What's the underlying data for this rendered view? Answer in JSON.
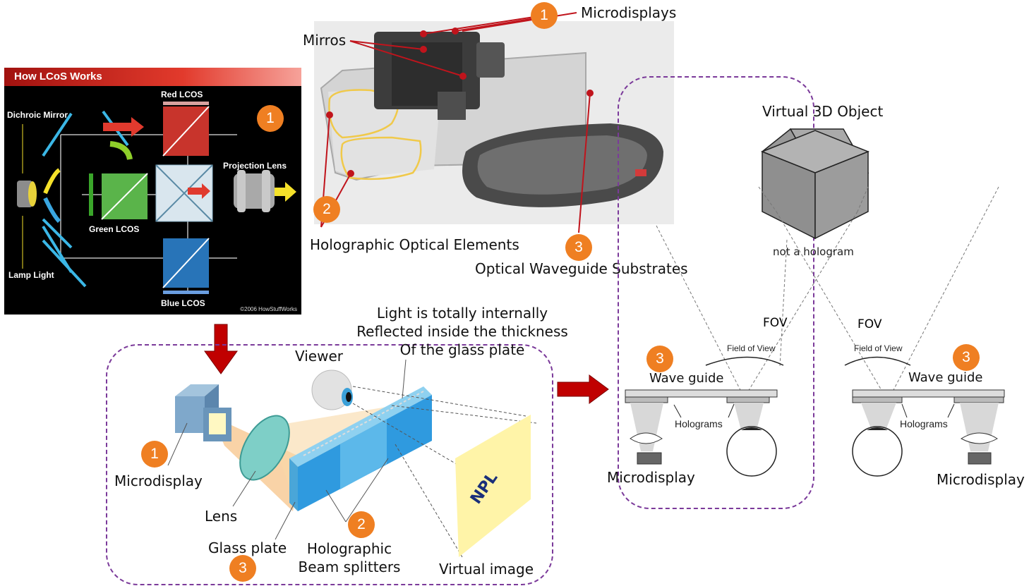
{
  "lcos_panel": {
    "title": "How LCoS Works",
    "dichroic_mirror": "Dichroic Mirror",
    "red_lcos": "Red LCOS",
    "green_lcos": "Green LCOS",
    "blue_lcos": "Blue LCOS",
    "projection_lens": "Projection Lens",
    "lamp_light": "Lamp Light",
    "copyright": "©2006 HowStuffWorks",
    "badge": "1"
  },
  "headset": {
    "microdisplays": "Microdisplays",
    "mirrors": "Mirros",
    "hoe": "Holographic Optical Elements",
    "waveguide_substrates": "Optical Waveguide Substrates",
    "badge1": "1",
    "badge2": "2",
    "badge3": "3"
  },
  "bottom": {
    "light_line1": "Light is totally internally",
    "light_line2": "Reflected inside the thickness",
    "light_line3": "Of the glass plate",
    "viewer": "Viewer",
    "microdisplay": "Microdisplay",
    "lens": "Lens",
    "glass_plate": "Glass plate",
    "hbs_line1": "Holographic",
    "hbs_line2": "Beam splitters",
    "virtual_image": "Virtual image",
    "npl": "NPL",
    "badge1": "1",
    "badge2": "2",
    "badge3": "3"
  },
  "right": {
    "virtual_object": "Virtual 3D Object",
    "not_hologram": "not a hologram",
    "fov_left": "FOV",
    "fov_right": "FOV",
    "field_of_view_left": "Field of View",
    "field_of_view_right": "Field of View",
    "wave_guide_left": "Wave guide",
    "wave_guide_right": "Wave guide",
    "holograms_left": "Holograms",
    "holograms_right": "Holograms",
    "microdisplay_left": "Microdisplay",
    "microdisplay_right": "Microdisplay",
    "badge_left": "3",
    "badge_right": "3"
  },
  "colors": {
    "badge": "#ef7f22",
    "dashed_border": "#7b3a9a",
    "arrow": "#c00000",
    "red_leader": "#c0141c"
  }
}
